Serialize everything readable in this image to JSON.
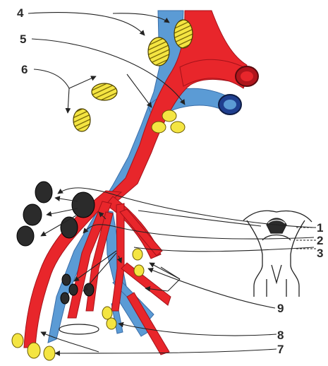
{
  "labels": [
    "1",
    "2",
    "3",
    "4",
    "5",
    "6",
    "7",
    "8",
    "9"
  ],
  "colors": {
    "artery": "#e8262b",
    "artery_dark": "#b0151c",
    "vein": "#5b9bd5",
    "vein_dark": "#1f3f8f",
    "node_yellow": "#f4e542",
    "node_dark": "#2b2b2b",
    "line": "#222222"
  }
}
